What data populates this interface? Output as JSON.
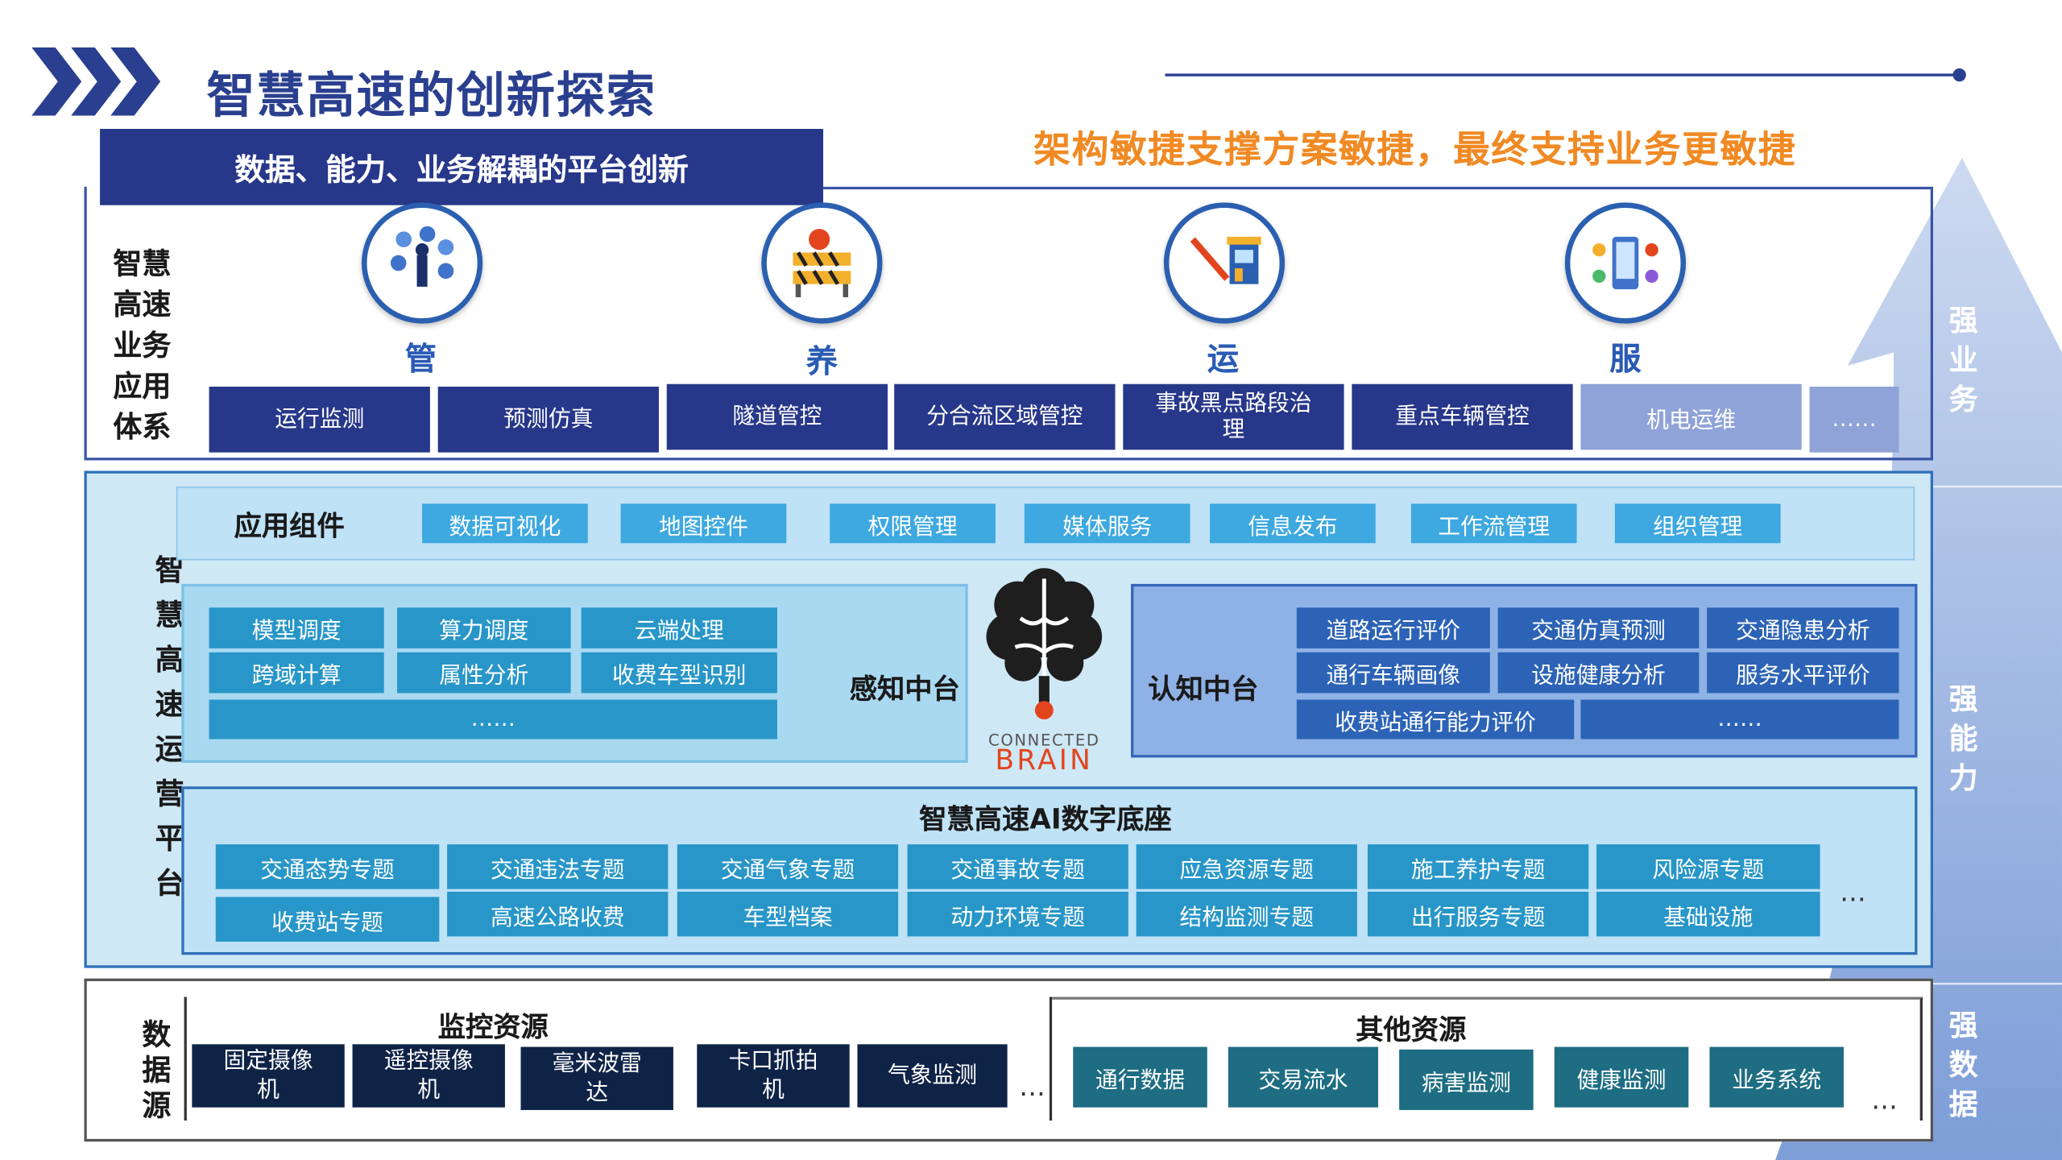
{
  "header": {
    "title": "智慧高速的创新探索",
    "subheading": "数据、能力、业务解耦的平台创新",
    "tagline": "架构敏捷支撑方案敏捷，最终支持业务更敏捷"
  },
  "business": {
    "label": "智慧高速业务应用体系",
    "categories": [
      {
        "label": "管",
        "icon": "management-icon"
      },
      {
        "label": "养",
        "icon": "road-maintenance-icon"
      },
      {
        "label": "运",
        "icon": "toll-booth-icon"
      },
      {
        "label": "服",
        "icon": "service-icon"
      }
    ],
    "apps": [
      "运行监测",
      "预测仿真",
      "隧道管控",
      "分合流区域管控",
      "事故黑点路段治理",
      "重点车辆管控",
      "机电运维",
      "……"
    ]
  },
  "platform": {
    "label": "智慧高速运营平台",
    "components_label": "应用组件",
    "components": [
      "数据可视化",
      "地图控件",
      "权限管理",
      "媒体服务",
      "信息发布",
      "工作流管理",
      "组织管理"
    ],
    "perception": {
      "label": "感知中台",
      "items": [
        "模型调度",
        "算力调度",
        "云端处理",
        "跨域计算",
        "属性分析",
        "收费车型识别",
        "……"
      ]
    },
    "brain": {
      "line1": "CONNECTED",
      "line2": "BRAIN"
    },
    "cognition": {
      "label": "认知中台",
      "items": [
        "道路运行评价",
        "交通仿真预测",
        "交通隐患分析",
        "通行车辆画像",
        "设施健康分析",
        "服务水平评价",
        "收费站通行能力评价",
        "……"
      ]
    },
    "base": {
      "label": "智慧高速AI数字底座",
      "topics": [
        "交通态势专题",
        "交通违法专题",
        "交通气象专题",
        "交通事故专题",
        "应急资源专题",
        "施工养护专题",
        "风险源专题",
        "收费站专题",
        "高速公路收费",
        "车型档案",
        "动力环境专题",
        "结构监测专题",
        "出行服务专题",
        "基础设施"
      ],
      "more": "…"
    }
  },
  "datasource": {
    "label": "数据源",
    "monitoring": {
      "label": "监控资源",
      "items": [
        "固定摄像机",
        "遥控摄像机",
        "毫米波雷达",
        "卡口抓拍机",
        "气象监测"
      ],
      "more": "…"
    },
    "other": {
      "label": "其他资源",
      "items": [
        "通行数据",
        "交易流水",
        "病害监测",
        "健康监测",
        "业务系统"
      ],
      "more": "…"
    }
  },
  "arrow": {
    "strong_business": "强业务",
    "strong_capability": "强能力",
    "strong_data": "强数据"
  },
  "colors": {
    "navy": "#27378a",
    "orange": "#f08a24",
    "arrow": "#9fb7e3",
    "component": "#3ea8e0",
    "topic": "#2896c8"
  }
}
